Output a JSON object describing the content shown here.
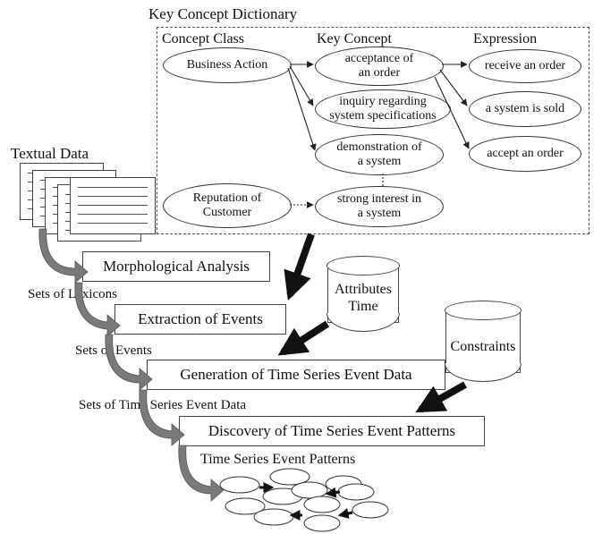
{
  "dictionary": {
    "title": "Key Concept Dictionary",
    "col_concept_class": "Concept Class",
    "col_key_concept": "Key Concept",
    "col_expression": "Expression",
    "concept_classes": [
      "Business Action",
      "Reputation of\nCustomer"
    ],
    "key_concepts": [
      "acceptance of\nan order",
      "inquiry regarding\nsystem specifications",
      "demonstration of\na system",
      "strong interest in\na system"
    ],
    "expressions": [
      "receive an order",
      "a system is sold",
      "accept an order"
    ]
  },
  "textual_data_label": "Textual Data",
  "process_steps": [
    "Morphological Analysis",
    "Extraction of Events",
    "Generation of Time Series Event Data",
    "Discovery of Time Series Event Patterns"
  ],
  "flow_labels": [
    "Sets of Lexicons",
    "Sets of Events",
    "Sets of Time Series Event Data",
    "Time Series Event Patterns"
  ],
  "databases": {
    "attributes": "Attributes\nTime",
    "constraints": "Constraints"
  }
}
